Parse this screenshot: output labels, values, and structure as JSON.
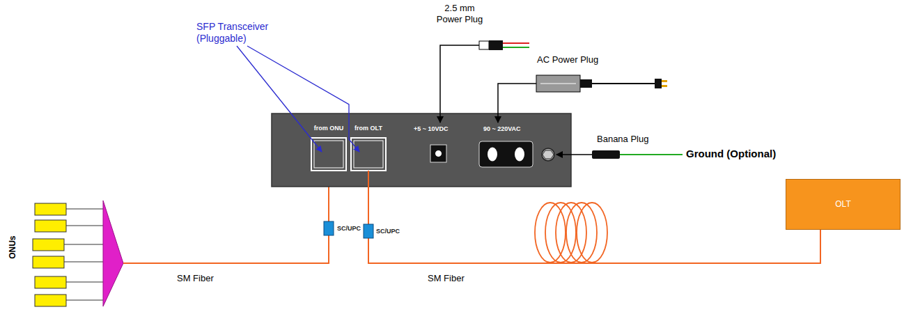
{
  "diagram": {
    "nodes": [
      {
        "text": [
          "from ONU"
        ]
      },
      {
        "text": [
          "from OLT"
        ]
      },
      {
        "text": [
          "OLT"
        ]
      }
    ],
    "edges": [
      {
        "from": 1,
        "to": 2,
        "arrow": "none",
        "label": "SM Fiber"
      }
    ],
    "labels": [
      "SFP Transceiver (Pluggable)",
      "2.5 mm Power Plug",
      "AC Power Plug",
      "+5 ~ 10VDC",
      "90 ~ 220VAC",
      "Banana Plug",
      "Ground (Optional)",
      "SC/UPC",
      "SC/UPC",
      "SM Fiber",
      "ONUs"
    ]
  }
}
